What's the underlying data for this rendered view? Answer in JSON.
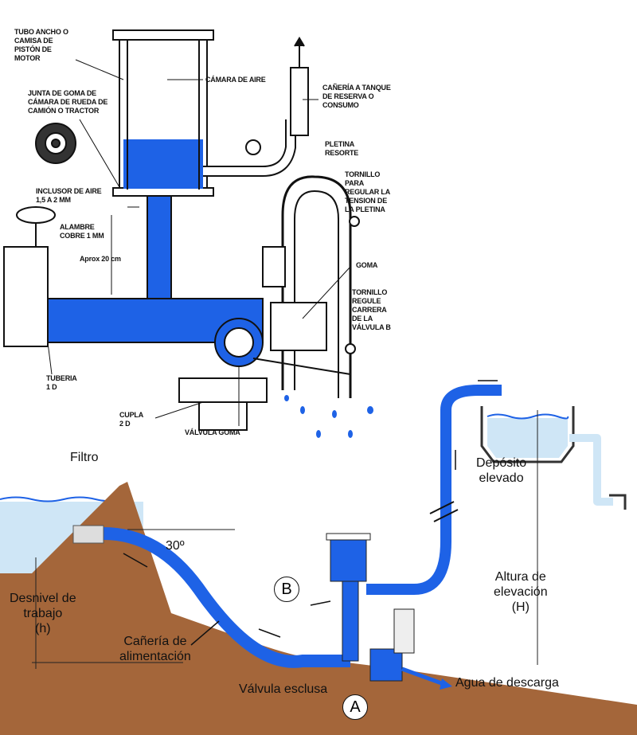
{
  "sketch_labels": {
    "tubo": "TUBO ANCHO O\nCAMISA DE\nPISTÓN DE\nMOTOR",
    "camara_aire": "CÁMARA DE AIRE",
    "caneria_tanque": "CAÑERÍA A TANQUE\nDE RESERVA O\nCONSUMO",
    "junta": "JUNTA DE GOMA DE\nCÁMARA DE RUEDA DE\nCAMIÓN O TRACTOR",
    "pletina": "PLETINA\nRESORTE",
    "tornillo_tension": "TORNILLO\nPARA\nREGULAR LA\nTENSION DE\nLA PLETINA",
    "inclusor": "INCLUSOR DE AIRE\n1,5 a 2 mm",
    "alambre": "ALAMBRE\nCOBRE 1 mm",
    "aprox": "Aprox 20 cm",
    "goma": "GOMA",
    "tornillo_carrera": "TORNILLO\nREGULE\nCARRERA\nDE LA\nVÁLVULA B",
    "tuberia": "TUBERIA\n1 D",
    "cupla": "CUPLA\n2 D",
    "valvula_goma": "VÁLVULA GOMA"
  },
  "scheme_labels": {
    "filtro": "Filtro",
    "angulo": "30º",
    "deposito": "Depósito\nelevado",
    "b": "B",
    "altura": "Altura de\nelevación\n(H)",
    "desnivel": "Desnivel de\ntrabajo\n(h)",
    "caneria": "Cañería de\nalimentación",
    "valvula": "Válvula esclusa",
    "descarga": "Agua de descarga",
    "a": "A"
  },
  "colors": {
    "water": "#1e62e6",
    "ground": "#a4663a",
    "pond": "#cfe6f6"
  }
}
